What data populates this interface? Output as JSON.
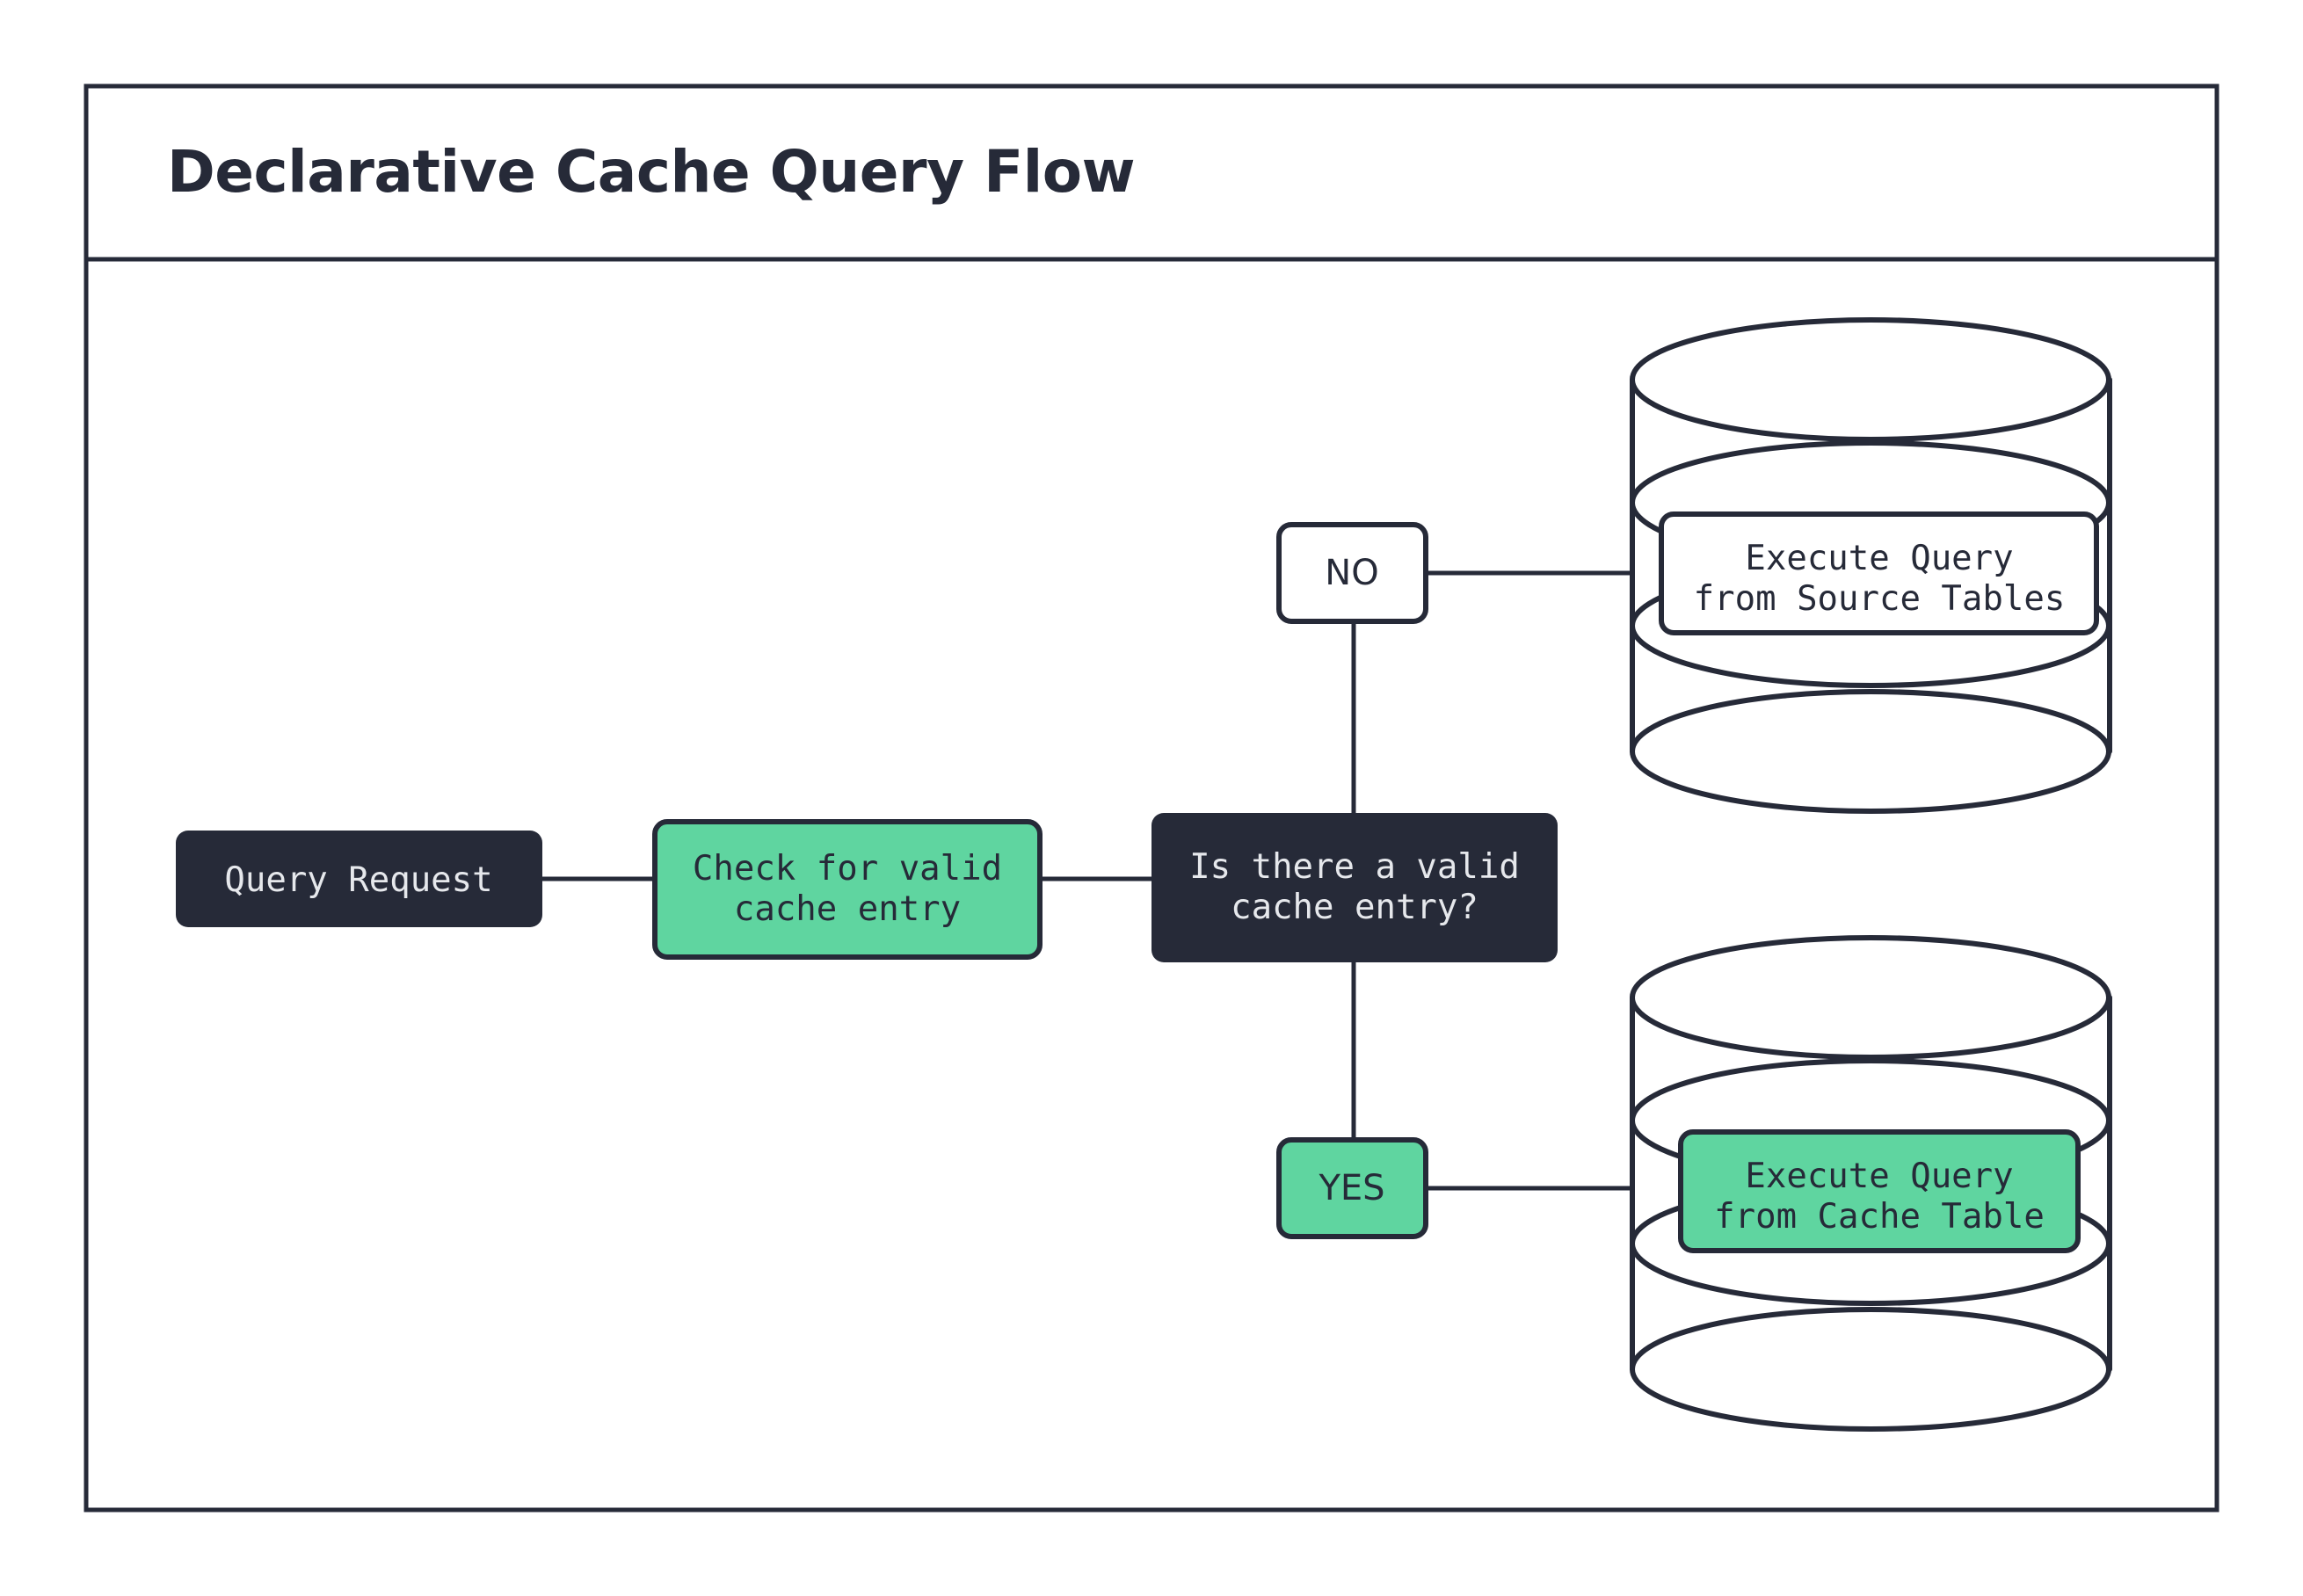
{
  "diagram": {
    "title": "Declarative Cache Query Flow",
    "colors": {
      "dark": "#262A38",
      "green": "#5FD5A0",
      "white": "#FFFFFF",
      "light_text": "#E6E8EC"
    },
    "nodes": {
      "query_request": {
        "label": "Query Request",
        "style": "dark"
      },
      "check_cache": {
        "label_line1": "Check for valid",
        "label_line2": "cache entry",
        "style": "green"
      },
      "decision": {
        "label_line1": "Is there a valid",
        "label_line2": "cache entry?",
        "style": "dark"
      },
      "branch_no": {
        "label": "NO",
        "style": "white"
      },
      "branch_yes": {
        "label": "YES",
        "style": "green"
      },
      "source_db": {
        "label_line1": "Execute Query",
        "label_line2": "from Source Tables",
        "style": "white",
        "shape": "cylinder"
      },
      "cache_db": {
        "label_line1": "Execute Query",
        "label_line2": "from Cache Table",
        "style": "green",
        "shape": "cylinder"
      }
    }
  }
}
